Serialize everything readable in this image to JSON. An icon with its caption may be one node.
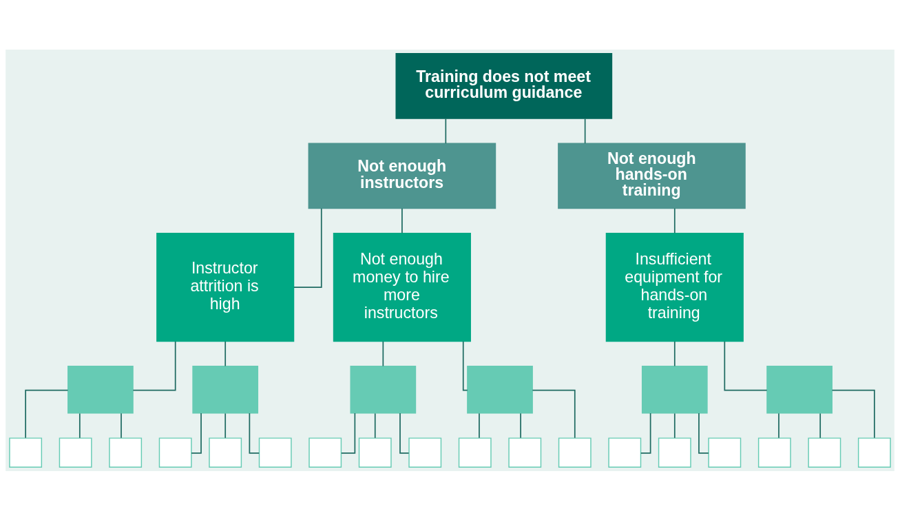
{
  "diagram": {
    "nodes": [
      {
        "text": [
          "Training does not meet curriculum guidance"
        ]
      },
      {
        "text": [
          "Not enough instructors"
        ]
      },
      {
        "text": [
          "Not enough hands-on training"
        ]
      },
      {
        "text": [
          "Instructor attrition is high"
        ]
      },
      {
        "text": [
          "Not enough money to hire more instructors"
        ]
      },
      {
        "text": [
          "Insufficient equipment for hands-on training"
        ]
      },
      {
        "text": [],
        "shape": "box"
      },
      {
        "text": [],
        "shape": "box"
      },
      {
        "text": [],
        "shape": "box"
      },
      {
        "text": [],
        "shape": "box"
      },
      {
        "text": [],
        "shape": "box"
      },
      {
        "text": [],
        "shape": "box"
      },
      {
        "text": [],
        "shape": "box"
      },
      {
        "text": [],
        "shape": "box"
      },
      {
        "text": [],
        "shape": "box"
      },
      {
        "text": [],
        "shape": "box"
      },
      {
        "text": [],
        "shape": "box"
      },
      {
        "text": [],
        "shape": "box"
      },
      {
        "text": [],
        "shape": "box"
      },
      {
        "text": [],
        "shape": "box"
      },
      {
        "text": [],
        "shape": "box"
      },
      {
        "text": [],
        "shape": "box"
      },
      {
        "text": [],
        "shape": "box"
      },
      {
        "text": [],
        "shape": "box"
      },
      {
        "text": [],
        "shape": "box"
      },
      {
        "text": [],
        "shape": "box"
      },
      {
        "text": [],
        "shape": "box"
      },
      {
        "text": [],
        "shape": "box"
      },
      {
        "text": [],
        "shape": "box"
      },
      {
        "text": [],
        "shape": "box"
      }
    ],
    "edges": [
      {
        "from": 0,
        "to": 1,
        "arrow": "none"
      },
      {
        "from": 0,
        "to": 2,
        "arrow": "none"
      },
      {
        "from": 1,
        "to": 3,
        "arrow": "none"
      },
      {
        "from": 1,
        "to": 4,
        "arrow": "none"
      },
      {
        "from": 2,
        "to": 5,
        "arrow": "none"
      },
      {
        "from": 3,
        "to": 6,
        "arrow": "none"
      },
      {
        "from": 3,
        "to": 7,
        "arrow": "none"
      },
      {
        "from": 4,
        "to": 8,
        "arrow": "none"
      },
      {
        "from": 4,
        "to": 9,
        "arrow": "none"
      },
      {
        "from": 5,
        "to": 10,
        "arrow": "none"
      },
      {
        "from": 5,
        "to": 11,
        "arrow": "none"
      },
      {
        "from": 6,
        "to": 12,
        "arrow": "none"
      },
      {
        "from": 6,
        "to": 13,
        "arrow": "none"
      },
      {
        "from": 6,
        "to": 14,
        "arrow": "none"
      },
      {
        "from": 7,
        "to": 15,
        "arrow": "none"
      },
      {
        "from": 7,
        "to": 16,
        "arrow": "none"
      },
      {
        "from": 7,
        "to": 17,
        "arrow": "none"
      },
      {
        "from": 8,
        "to": 18,
        "arrow": "none"
      },
      {
        "from": 8,
        "to": 19,
        "arrow": "none"
      },
      {
        "from": 8,
        "to": 20,
        "arrow": "none"
      },
      {
        "from": 9,
        "to": 21,
        "arrow": "none"
      },
      {
        "from": 9,
        "to": 22,
        "arrow": "none"
      },
      {
        "from": 9,
        "to": 23,
        "arrow": "none"
      },
      {
        "from": 10,
        "to": 24,
        "arrow": "none"
      },
      {
        "from": 10,
        "to": 25,
        "arrow": "none"
      },
      {
        "from": 10,
        "to": 26,
        "arrow": "none"
      },
      {
        "from": 11,
        "to": 27,
        "arrow": "none"
      },
      {
        "from": 11,
        "to": 28,
        "arrow": "none"
      },
      {
        "from": 11,
        "to": 29,
        "arrow": "none"
      }
    ]
  }
}
